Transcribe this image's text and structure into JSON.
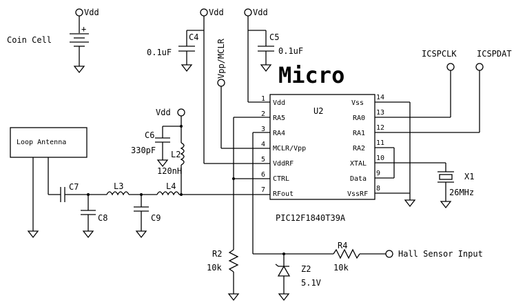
{
  "labels": {
    "vdd_coin": "Vdd",
    "vdd_c4": "Vdd",
    "vdd_c5": "Vdd",
    "vdd_l2": "Vdd",
    "coin_cell": "Coin Cell",
    "coin_plus": "+",
    "c4": "C4",
    "c4_value": "0.1uF",
    "c5": "C5",
    "c5_value": "0.1uF",
    "vpp_mclr": "Vpp/MCLR",
    "micro_title": "Micro",
    "icspclk": "ICSPCLK",
    "icspdat": "ICSPDAT",
    "loop_antenna": "Loop Antenna",
    "c6": "C6",
    "c6_value": "330pF",
    "l2": "L2",
    "l2_value": "120nH",
    "c7": "C7",
    "l3": "L3",
    "l4": "L4",
    "c8": "C8",
    "c9": "C9",
    "u2": "U2",
    "part_number": "PIC12F1840T39A",
    "x1": "X1",
    "x1_value": "26MHz",
    "r2": "R2",
    "r2_value": "10k",
    "r4": "R4",
    "r4_value": "10k",
    "z2": "Z2",
    "z2_value": "5.1V",
    "hall_input": "Hall Sensor Input"
  },
  "ic_left_pins": [
    {
      "num": "1",
      "name": "Vdd"
    },
    {
      "num": "2",
      "name": "RA5"
    },
    {
      "num": "3",
      "name": "RA4"
    },
    {
      "num": "4",
      "name": "MCLR/Vpp"
    },
    {
      "num": "5",
      "name": "VddRF"
    },
    {
      "num": "6",
      "name": "CTRL"
    },
    {
      "num": "7",
      "name": "RFout"
    }
  ],
  "ic_right_pins": [
    {
      "num": "14",
      "name": "Vss"
    },
    {
      "num": "13",
      "name": "RA0"
    },
    {
      "num": "12",
      "name": "RA1"
    },
    {
      "num": "11",
      "name": "RA2"
    },
    {
      "num": "10",
      "name": "XTAL"
    },
    {
      "num": "9",
      "name": "Data"
    },
    {
      "num": "8",
      "name": "VssRF"
    }
  ]
}
